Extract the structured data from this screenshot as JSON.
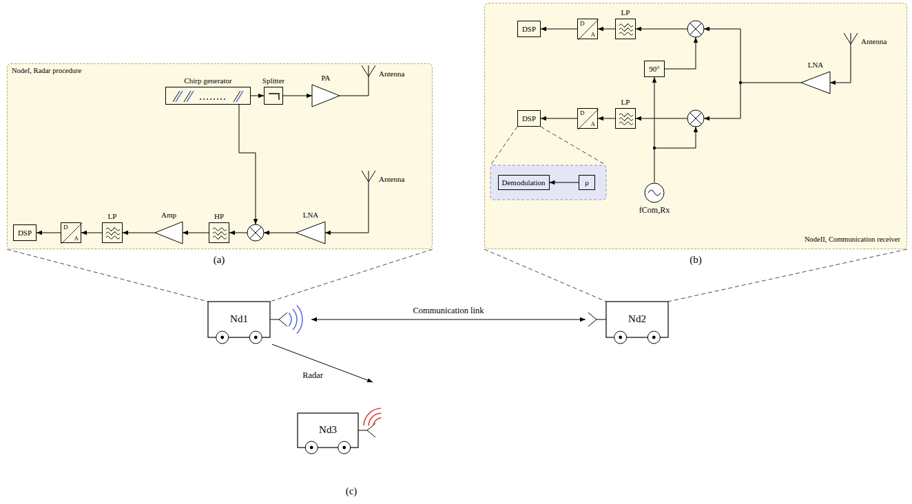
{
  "diagram": {
    "nodes": [
      {
        "text": [
          "NodeI, Radar procedure"
        ]
      },
      {
        "text": [
          "Chirp generator"
        ],
        "in": 0
      },
      {
        "text": [
          "Splitter"
        ],
        "in": 0
      },
      {
        "text": [
          "PA"
        ],
        "in": 0
      },
      {
        "text": [
          "Antenna"
        ],
        "in": 0
      },
      {
        "text": [
          "DSP"
        ],
        "in": 0
      },
      {
        "text": [
          "D",
          "A"
        ],
        "in": 0
      },
      {
        "text": [
          "LP"
        ],
        "in": 0
      },
      {
        "text": [
          "Amp"
        ],
        "in": 0
      },
      {
        "text": [
          "HP"
        ],
        "in": 0
      },
      {
        "text": [
          "LNA"
        ],
        "in": 0
      },
      {
        "text": [
          "Antenna"
        ],
        "in": 0
      },
      {
        "text": [
          "NodeII, Communication receiver"
        ]
      },
      {
        "text": [
          "DSP"
        ],
        "in": 12
      },
      {
        "text": [
          "D",
          "A"
        ],
        "in": 12
      },
      {
        "text": [
          "LP"
        ],
        "in": 12
      },
      {
        "text": [
          "90°"
        ],
        "in": 12
      },
      {
        "text": [
          "LNA"
        ],
        "in": 12
      },
      {
        "text": [
          "Antenna"
        ],
        "in": 12
      },
      {
        "text": [
          "DSP"
        ],
        "in": 12
      },
      {
        "text": [
          "D",
          "A"
        ],
        "in": 12
      },
      {
        "text": [
          "LP"
        ],
        "in": 12
      },
      {
        "text": [
          "Demodulation"
        ],
        "in": 12
      },
      {
        "text": [
          "ρ"
        ],
        "in": 12
      },
      {
        "text": [
          "fCom,Rx"
        ],
        "in": 12
      },
      {
        "text": [
          "Nd1"
        ]
      },
      {
        "text": [
          "Nd2"
        ]
      },
      {
        "text": [
          "Nd3"
        ]
      }
    ],
    "edges": [
      {
        "from": 1,
        "to": 2,
        "arrow": "to"
      },
      {
        "from": 2,
        "to": 3,
        "arrow": "to"
      },
      {
        "from": 3,
        "to": 4,
        "arrow": "none"
      },
      {
        "from": 11,
        "to": 10,
        "arrow": "to"
      },
      {
        "from": 9,
        "to": 8,
        "arrow": "to"
      },
      {
        "from": 8,
        "to": 7,
        "arrow": "to"
      },
      {
        "from": 7,
        "to": 6,
        "arrow": "to"
      },
      {
        "from": 6,
        "to": 5,
        "arrow": "to"
      },
      {
        "from": 14,
        "to": 13,
        "arrow": "to"
      },
      {
        "from": 15,
        "to": 14,
        "arrow": "to"
      },
      {
        "from": 20,
        "to": 19,
        "arrow": "to"
      },
      {
        "from": 21,
        "to": 20,
        "arrow": "to"
      },
      {
        "from": 24,
        "to": 16,
        "arrow": "to"
      },
      {
        "from": 23,
        "to": 22,
        "arrow": "to"
      },
      {
        "from": 18,
        "to": 17,
        "arrow": "to"
      },
      {
        "from": 25,
        "to": 26,
        "arrow": "both",
        "label": "Communication link"
      },
      {
        "from": 25,
        "to": 27,
        "arrow": "to",
        "label": "Radar"
      }
    ],
    "labels": [
      "(a)",
      "(b)",
      "(c)"
    ]
  }
}
